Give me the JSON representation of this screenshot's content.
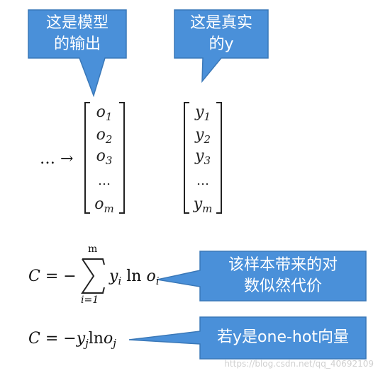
{
  "callouts": {
    "model_output": "这是模型\n的输出",
    "true_y": "这是真实\n的y",
    "contribution": "该样本带来的对\n数似然代价",
    "one_hot": "若y是one-hot向量"
  },
  "vectors": {
    "arrow_lead": "… →",
    "o": [
      "o",
      "o",
      "o",
      "…",
      "o"
    ],
    "o_subs": [
      "1",
      "2",
      "3",
      "",
      "m"
    ],
    "y": [
      "y",
      "y",
      "y",
      "…",
      "y"
    ],
    "y_subs": [
      "1",
      "2",
      "3",
      "",
      "m"
    ]
  },
  "formula1": {
    "lhs": "C = −",
    "sum_top": "m",
    "sum_bottom": "i=1",
    "term_y": "y",
    "term_y_sub": "i",
    "ln": "ln",
    "term_o": "o",
    "term_o_sub": "i"
  },
  "formula2": {
    "lhs": "C = −",
    "y": "y",
    "y_sub": "j",
    "ln": "ln",
    "o": "o",
    "o_sub": "j"
  },
  "watermark": "https://blog.csdn.net/qq_40692109",
  "colors": {
    "callout_fill": "#4a90d9",
    "callout_stroke": "#3a78b8"
  }
}
